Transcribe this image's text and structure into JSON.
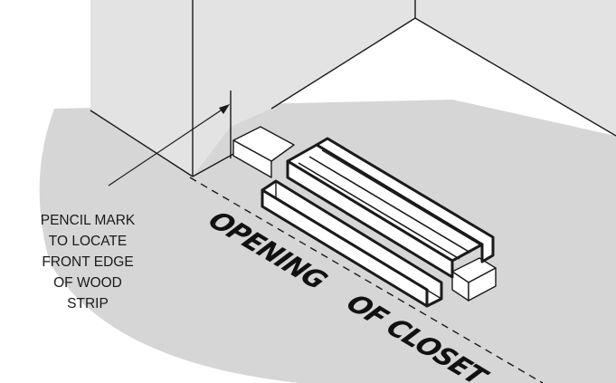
{
  "callout": {
    "lines": [
      "PENCIL MARK",
      "TO LOCATE",
      "FRONT EDGE",
      "OF WOOD",
      "STRIP"
    ]
  },
  "floor_label": {
    "word1": "OPENING",
    "word2": "OF CLOSET"
  },
  "colors": {
    "floor": "#d6d6d6",
    "wall": "#e3e3e3",
    "ink": "#1a1a1a",
    "strip_face": "#ffffff"
  }
}
